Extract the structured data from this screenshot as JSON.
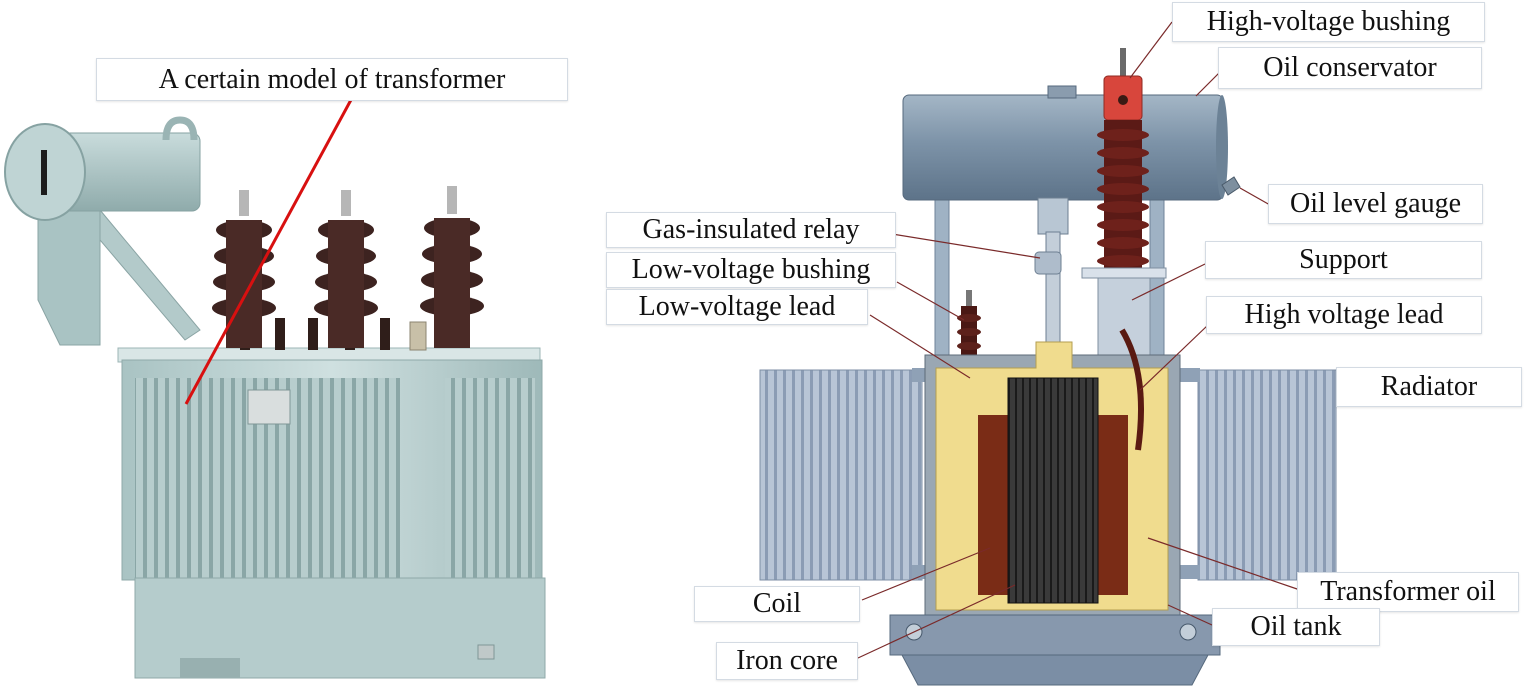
{
  "photo": {
    "caption": "A certain model of transformer"
  },
  "diagram": {
    "labels": {
      "high_voltage_bushing": "High-voltage bushing",
      "oil_conservator": "Oil conservator",
      "oil_level_gauge": "Oil level gauge",
      "gas_insulated_relay": "Gas-insulated relay",
      "low_voltage_bushing": "Low-voltage bushing",
      "low_voltage_lead": "Low-voltage lead",
      "support": "Support",
      "high_voltage_lead": "High voltage lead",
      "radiator": "Radiator",
      "transformer_oil": "Transformer oil",
      "coil": "Coil",
      "oil_tank": "Oil tank",
      "iron_core": "Iron core"
    }
  },
  "colors": {
    "leader_line": "#d81010",
    "tank_body": "#b9cfcf",
    "porcelain": "#3d2320",
    "oil": "#f0dc8e",
    "coil": "#7a2c16",
    "core": "#2b2b2b",
    "radiator": "#a9b8cc",
    "conservator": "#8197ab",
    "bushing_cap": "#d8463c"
  }
}
